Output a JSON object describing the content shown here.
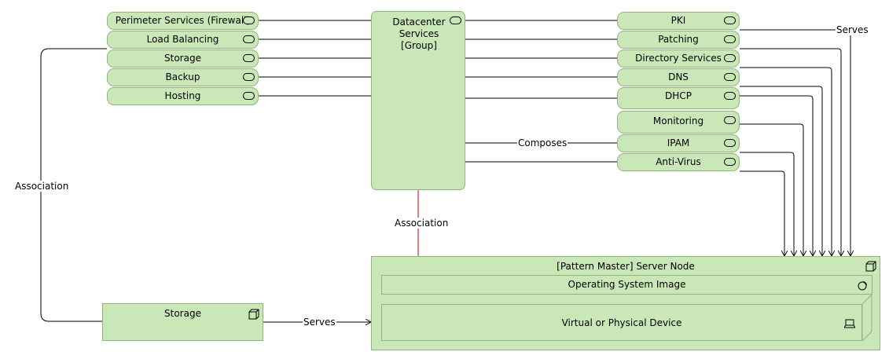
{
  "colors": {
    "fill": "#c9e7b7",
    "border": "#92b47f",
    "association_line": "#cc0000"
  },
  "left_services": [
    "Perimeter Services (Firewall)",
    "Load Balancing",
    "Storage",
    "Backup",
    "Hosting"
  ],
  "right_services": [
    "PKI",
    "Patching",
    "Directory Services",
    "DNS",
    "DHCP",
    "Monitoring",
    "IPAM",
    "Anti-Virus"
  ],
  "group": {
    "line1": "Datacenter",
    "line2": "Services",
    "line3": "[Group]"
  },
  "server_node": {
    "title": "[Pattern Master] Server Node",
    "os_image": "Operating System Image",
    "device": "Virtual or Physical Device"
  },
  "storage_node": {
    "title": "Storage"
  },
  "labels": {
    "serves_top": "Serves",
    "composes": "Composes",
    "association_left": "Association",
    "association_mid": "Association",
    "serves_bottom": "Serves"
  },
  "icons": {
    "service": "service-pill-icon",
    "node": "node-box-icon",
    "system_software": "system-software-icon",
    "device": "device-laptop-icon"
  }
}
